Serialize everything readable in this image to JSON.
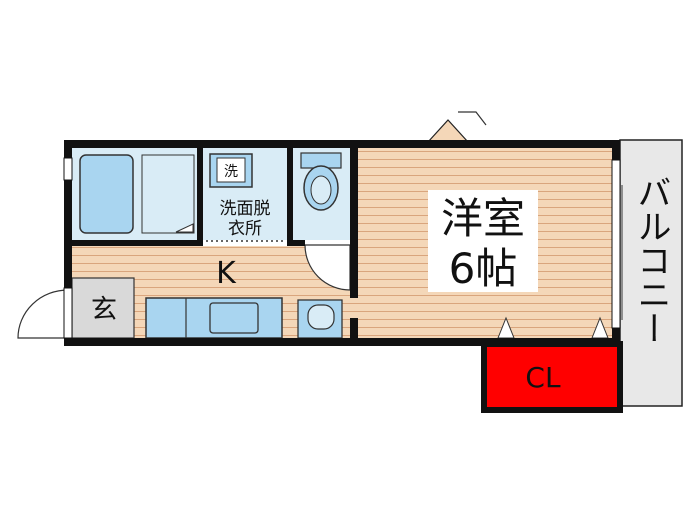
{
  "rooms": {
    "western_room": {
      "name": "洋室",
      "size": "6帖"
    },
    "kitchen": {
      "name": "K"
    },
    "entrance": {
      "name": "玄"
    },
    "washroom": {
      "line1": "洗面脱",
      "line2": "衣所"
    },
    "washer": {
      "name": "洗"
    },
    "closet": {
      "name": "CL"
    },
    "balcony": {
      "name": "バルコニー"
    }
  },
  "colors": {
    "floor_wood": "#f4d7b8",
    "floor_stripe": "#d9a57d",
    "wet_area": "#d9ecf6",
    "fixture_blue": "#a9d5f0",
    "closet_red": "#ff0000",
    "wall": "#111111",
    "entrance_grey": "#d9d9d9"
  }
}
